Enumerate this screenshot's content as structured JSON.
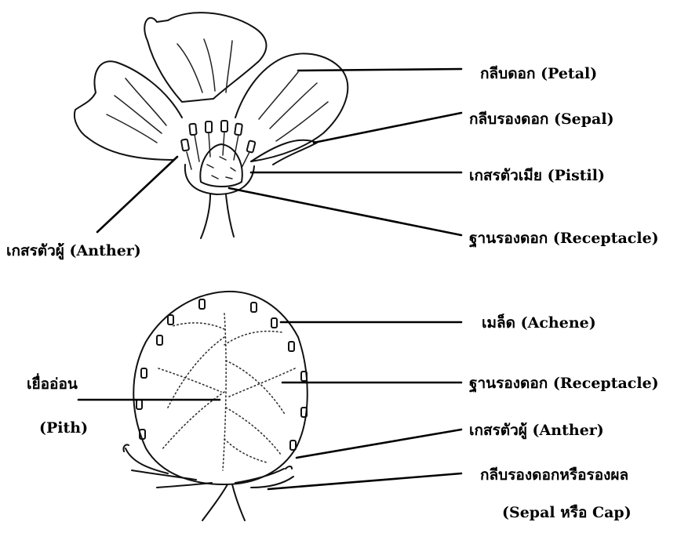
{
  "flower_labels": {
    "petal": "กลีบดอก (Petal)",
    "sepal": "กลีบรองดอก (Sepal)",
    "pistil": "เกสรตัวเมีย (Pistil)",
    "receptacle": "ฐานรองดอก (Receptacle)",
    "anther": "เกสรตัวผู้ (Anther)"
  },
  "fruit_labels": {
    "achene": "เมล็ด (Achene)",
    "receptacle": "ฐานรองดอก (Receptacle)",
    "anther": "เกสรตัวผู้ (Anther)",
    "cap_line1": "กลีบรองดอกหรือรองผล",
    "cap_line2": "(Sepal หรือ Cap)",
    "pith_line1": "เยื่ออ่อน",
    "pith_line2": "(Pith)"
  }
}
